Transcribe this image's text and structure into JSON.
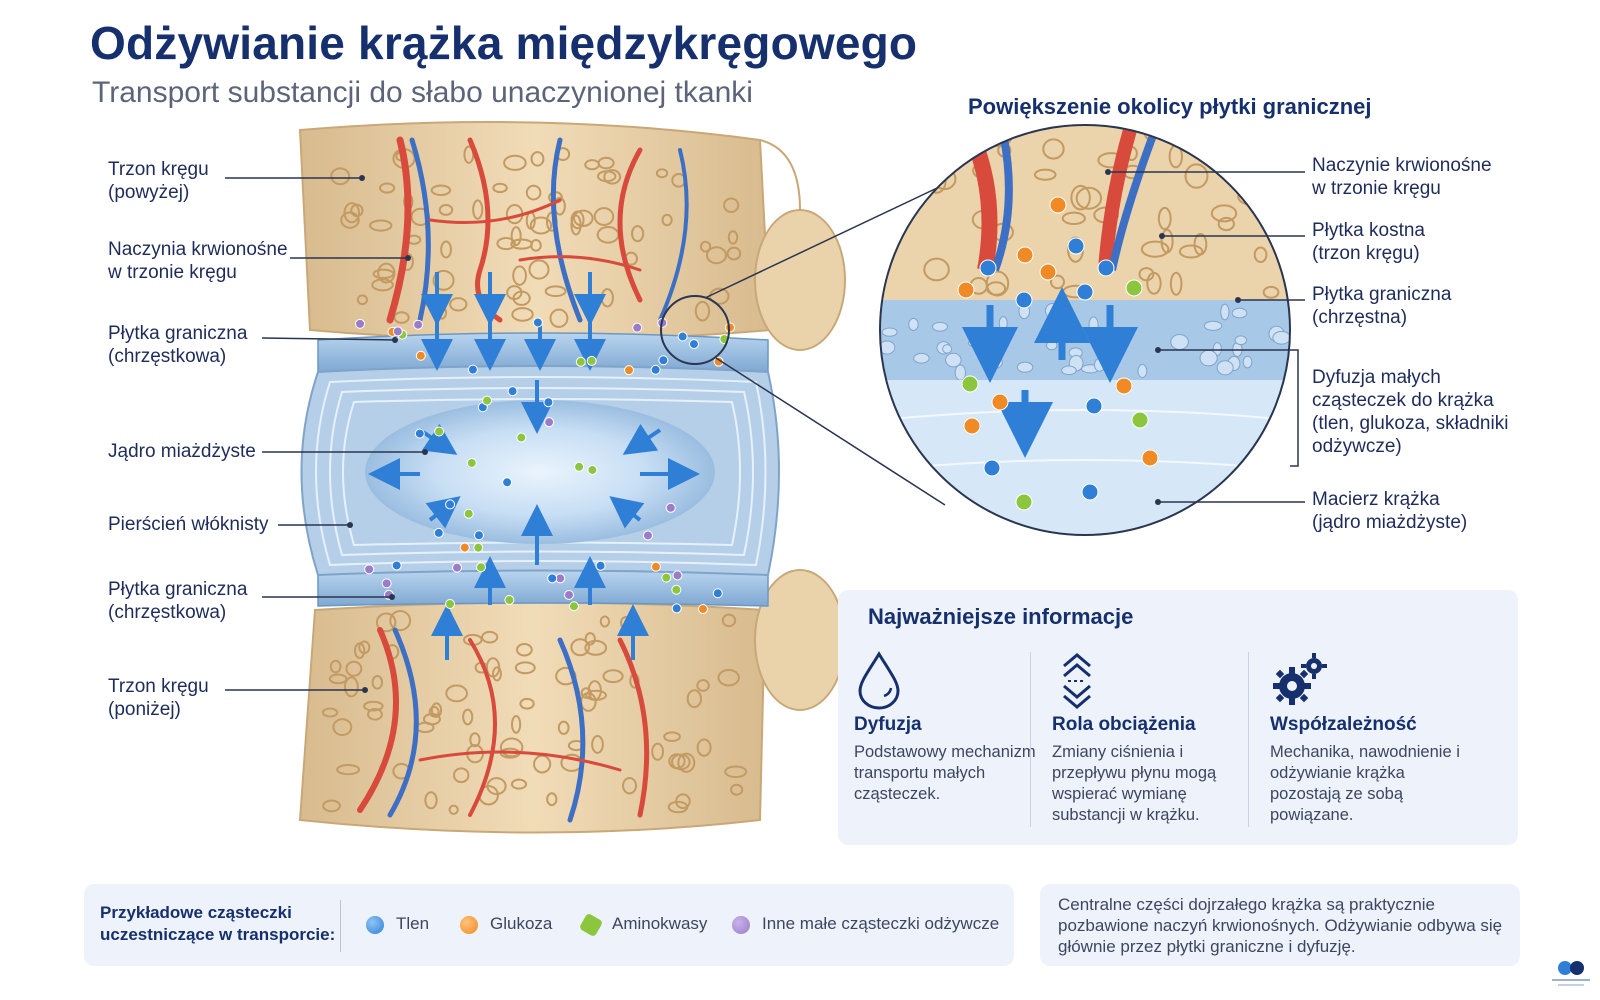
{
  "header": {
    "title": "Odżywianie krążka międzykręgowego",
    "subtitle": "Transport substancji do słabo unaczynionej tkanki"
  },
  "left_labels": [
    {
      "line1": "Trzon kręgu",
      "line2": "(powyżej)"
    },
    {
      "line1": "Naczynia krwionośne",
      "line2": "w trzonie kręgu"
    },
    {
      "line1": "Płytka graniczna",
      "line2": "(chrzęstkowa)"
    },
    {
      "line1": "Jądro miażdżyste",
      "line2": ""
    },
    {
      "line1": "Pierścień włóknisty",
      "line2": ""
    },
    {
      "line1": "Płytka graniczna",
      "line2": "(chrzęstkowa)"
    },
    {
      "line1": "Trzon kręgu",
      "line2": "(poniżej)"
    }
  ],
  "zoom": {
    "title": "Powiększenie okolicy płytki granicznej",
    "labels": [
      {
        "line1": "Naczynie krwionośne",
        "line2": "w trzonie kręgu"
      },
      {
        "line1": "Płytka kostna",
        "line2": "(trzon kręgu)"
      },
      {
        "line1": "Płytka graniczna",
        "line2": "(chrzęstna)"
      }
    ],
    "diffusion": {
      "title": "Dyfuzja małych",
      "line2": "cząsteczek do krążka",
      "line3": "(tlen, glukoza, składniki",
      "line4": "odżywcze)"
    },
    "matrix": {
      "line1": "Macierz krążka",
      "line2": "(jądro miażdżyste)"
    }
  },
  "info": {
    "title": "Najważniejsze informacje",
    "cards": [
      {
        "icon": "droplet-icon",
        "title": "Dyfuzja",
        "text": "Podstawowy mechanizm transportu małych cząsteczek."
      },
      {
        "icon": "pressure-arrows-icon",
        "title": "Rola obciążenia",
        "text": "Zmiany ciśnienia i przepływu płynu mogą wspierać wymianę substancji w krążku."
      },
      {
        "icon": "gears-icon",
        "title": "Współzależność",
        "text": "Mechanika, nawodnienie i odżywianie krążka pozostają ze sobą powiązane."
      }
    ]
  },
  "legend": {
    "title_line1": "Przykładowe cząsteczki",
    "title_line2": "uczestniczące w transporcie:",
    "items": [
      {
        "label": "Tlen",
        "color": "#2f7fd6"
      },
      {
        "label": "Glukoza",
        "color": "#f08a24"
      },
      {
        "label": "Aminokwasy",
        "color": "#8cc63f"
      },
      {
        "label": "Inne małe cząsteczki odżywcze",
        "color": "#9a7cc9"
      }
    ]
  },
  "note": {
    "text": "Centralne części dojrzałego krążka są praktycznie pozbawione naczyń krwionośnych. Odżywianie odbywa się głównie przez płytki graniczne i dyfuzję."
  },
  "colors": {
    "title": "#16306e",
    "bone": "#ecd6b4",
    "vessel_red": "#d84a3c",
    "vessel_blue": "#3d6fc4",
    "disc": "#cfe2f5",
    "panel": "#eef3fb"
  }
}
